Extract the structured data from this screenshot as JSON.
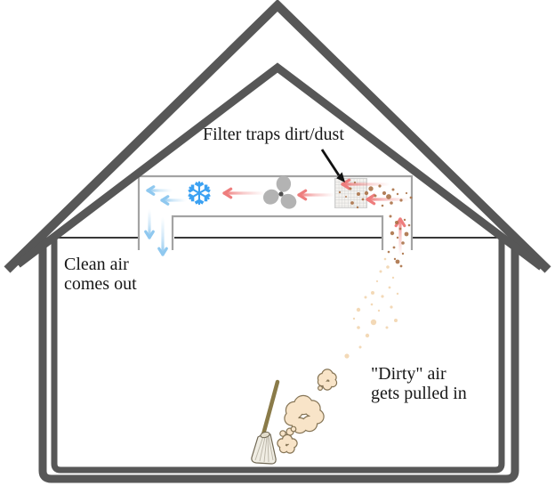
{
  "diagram": {
    "type": "house-hvac-air-filtration",
    "labels": {
      "filter_caption": "Filter traps dirt/dust",
      "clean_air": [
        "Clean air",
        "comes out"
      ],
      "dirty_air": [
        "\"Dirty\" air",
        "gets pulled in"
      ]
    },
    "icons": {
      "snowflake": {
        "name": "snowflake-icon",
        "glyph": "❆",
        "color": "#3ba1f2",
        "meaning": "cooling coil"
      },
      "fan": {
        "name": "fan-icon",
        "color": "#b3b3b3",
        "meaning": "blower fan"
      },
      "filter": {
        "name": "filter-grid",
        "meaning": "air filter"
      }
    },
    "colors": {
      "structure": "#575757",
      "duct": "#a3a3a3",
      "ceiling": "#1c1c1c",
      "warm_air_arrow": "#ee7d7d",
      "clean_air_arrow": "#8fc8ef",
      "annotation_arrow": "#111111",
      "dirt": "#ab7248",
      "dust": "#f3d9b7",
      "cloud_fill": "#f8e4c8",
      "cloud_stroke": "#857455",
      "broom_handle": "#8a7b49",
      "broom_head": "#f0ede3"
    },
    "arrows": {
      "warm": [
        [
          295,
          217,
          252,
          217
        ],
        [
          374,
          219,
          336,
          219
        ],
        [
          436,
          207,
          385,
          207
        ],
        [
          458,
          224,
          413,
          224
        ],
        [
          450,
          285,
          450,
          246
        ]
      ],
      "cool": [
        [
          192,
          214,
          166,
          214
        ],
        [
          208,
          225,
          182,
          225
        ],
        [
          168,
          237,
          168,
          267
        ],
        [
          183,
          246,
          183,
          286
        ]
      ]
    },
    "particles": {
      "dirt": [
        [
          382,
          216,
          1.2
        ],
        [
          389,
          221,
          1.0
        ],
        [
          394,
          212,
          1.5
        ],
        [
          399,
          205,
          1.1
        ],
        [
          403,
          218,
          2.0
        ],
        [
          408,
          224,
          1.4
        ],
        [
          396,
          228,
          1.9
        ],
        [
          402,
          233,
          1.2
        ],
        [
          412,
          217,
          2.2
        ],
        [
          417,
          212,
          2.7
        ],
        [
          422,
          220,
          1.5
        ],
        [
          427,
          209,
          1.6
        ],
        [
          432,
          217,
          2.1
        ],
        [
          437,
          221,
          2.9
        ],
        [
          442,
          213,
          1.5
        ],
        [
          447,
          218,
          1.2
        ],
        [
          440,
          228,
          1.8
        ],
        [
          430,
          231,
          1.3
        ],
        [
          451,
          225,
          1.6
        ],
        [
          457,
          217,
          1.1
        ],
        [
          462,
          222,
          1.4
        ],
        [
          439,
          243,
          1.5
        ],
        [
          446,
          250,
          2.0
        ],
        [
          450,
          257,
          1.4
        ],
        [
          441,
          262,
          2.2
        ],
        [
          447,
          267,
          1.2
        ],
        [
          453,
          273,
          1.8
        ],
        [
          443,
          278,
          1.4
        ],
        [
          455,
          247,
          1.2
        ],
        [
          457,
          263,
          2.4
        ],
        [
          460,
          253,
          1.3
        ],
        [
          437,
          283,
          1.3
        ],
        [
          453,
          285,
          1.2
        ],
        [
          447,
          294,
          2.4
        ],
        [
          444,
          291,
          1.2
        ],
        [
          451,
          299,
          1.4
        ]
      ],
      "dust": [
        [
          419,
          329,
          2.0
        ],
        [
          411,
          334,
          1.5
        ],
        [
          403,
          348,
          2.2
        ],
        [
          440,
          345,
          1.6
        ],
        [
          445,
          360,
          2.0
        ],
        [
          420,
          362,
          3.2
        ],
        [
          403,
          368,
          1.8
        ],
        [
          413,
          377,
          2.2
        ],
        [
          405,
          390,
          1.5
        ],
        [
          390,
          400,
          2.6
        ],
        [
          438,
          323,
          1.4
        ],
        [
          430,
          333,
          1.6
        ],
        [
          426,
          349,
          1.2
        ],
        [
          435,
          368,
          1.5
        ],
        [
          418,
          342,
          1.3
        ],
        [
          398,
          358,
          1.2
        ],
        [
          428,
          305,
          1.5
        ],
        [
          442,
          312,
          1.2
        ],
        [
          436,
          300,
          1.8
        ],
        [
          433,
          291,
          1.3
        ],
        [
          424,
          316,
          1.1
        ],
        [
          447,
          330,
          1.2
        ]
      ]
    },
    "clouds": [
      {
        "name": "dust-cloud-large",
        "circles": [
          [
            331,
            461,
            9
          ],
          [
            341,
            455,
            10
          ],
          [
            351,
            459,
            8.5
          ],
          [
            356,
            468,
            7.5
          ],
          [
            348,
            476,
            8
          ],
          [
            337,
            478,
            8
          ],
          [
            328,
            470,
            7.5
          ],
          [
            326,
            485,
            3.4
          ],
          [
            322,
            491,
            1.9
          ]
        ]
      },
      {
        "name": "dust-cloud-small",
        "circles": [
          [
            363,
            425,
            5
          ],
          [
            368,
            421,
            5.5
          ],
          [
            373,
            424,
            4.5
          ],
          [
            374,
            430,
            4
          ],
          [
            368,
            433,
            4.5
          ],
          [
            362,
            429,
            4
          ],
          [
            360,
            436,
            1.8
          ]
        ]
      },
      {
        "name": "dust-puff-pair",
        "circles": [
          [
            318,
            487,
            2.6
          ],
          [
            330,
            482,
            2.2
          ]
        ]
      },
      {
        "name": "dust-puff-bottom",
        "circles": [
          [
            317,
            498,
            4.5
          ],
          [
            323,
            494,
            5
          ],
          [
            329,
            498,
            4.5
          ],
          [
            326,
            504,
            4.5
          ],
          [
            319,
            504,
            4
          ]
        ]
      }
    ]
  }
}
